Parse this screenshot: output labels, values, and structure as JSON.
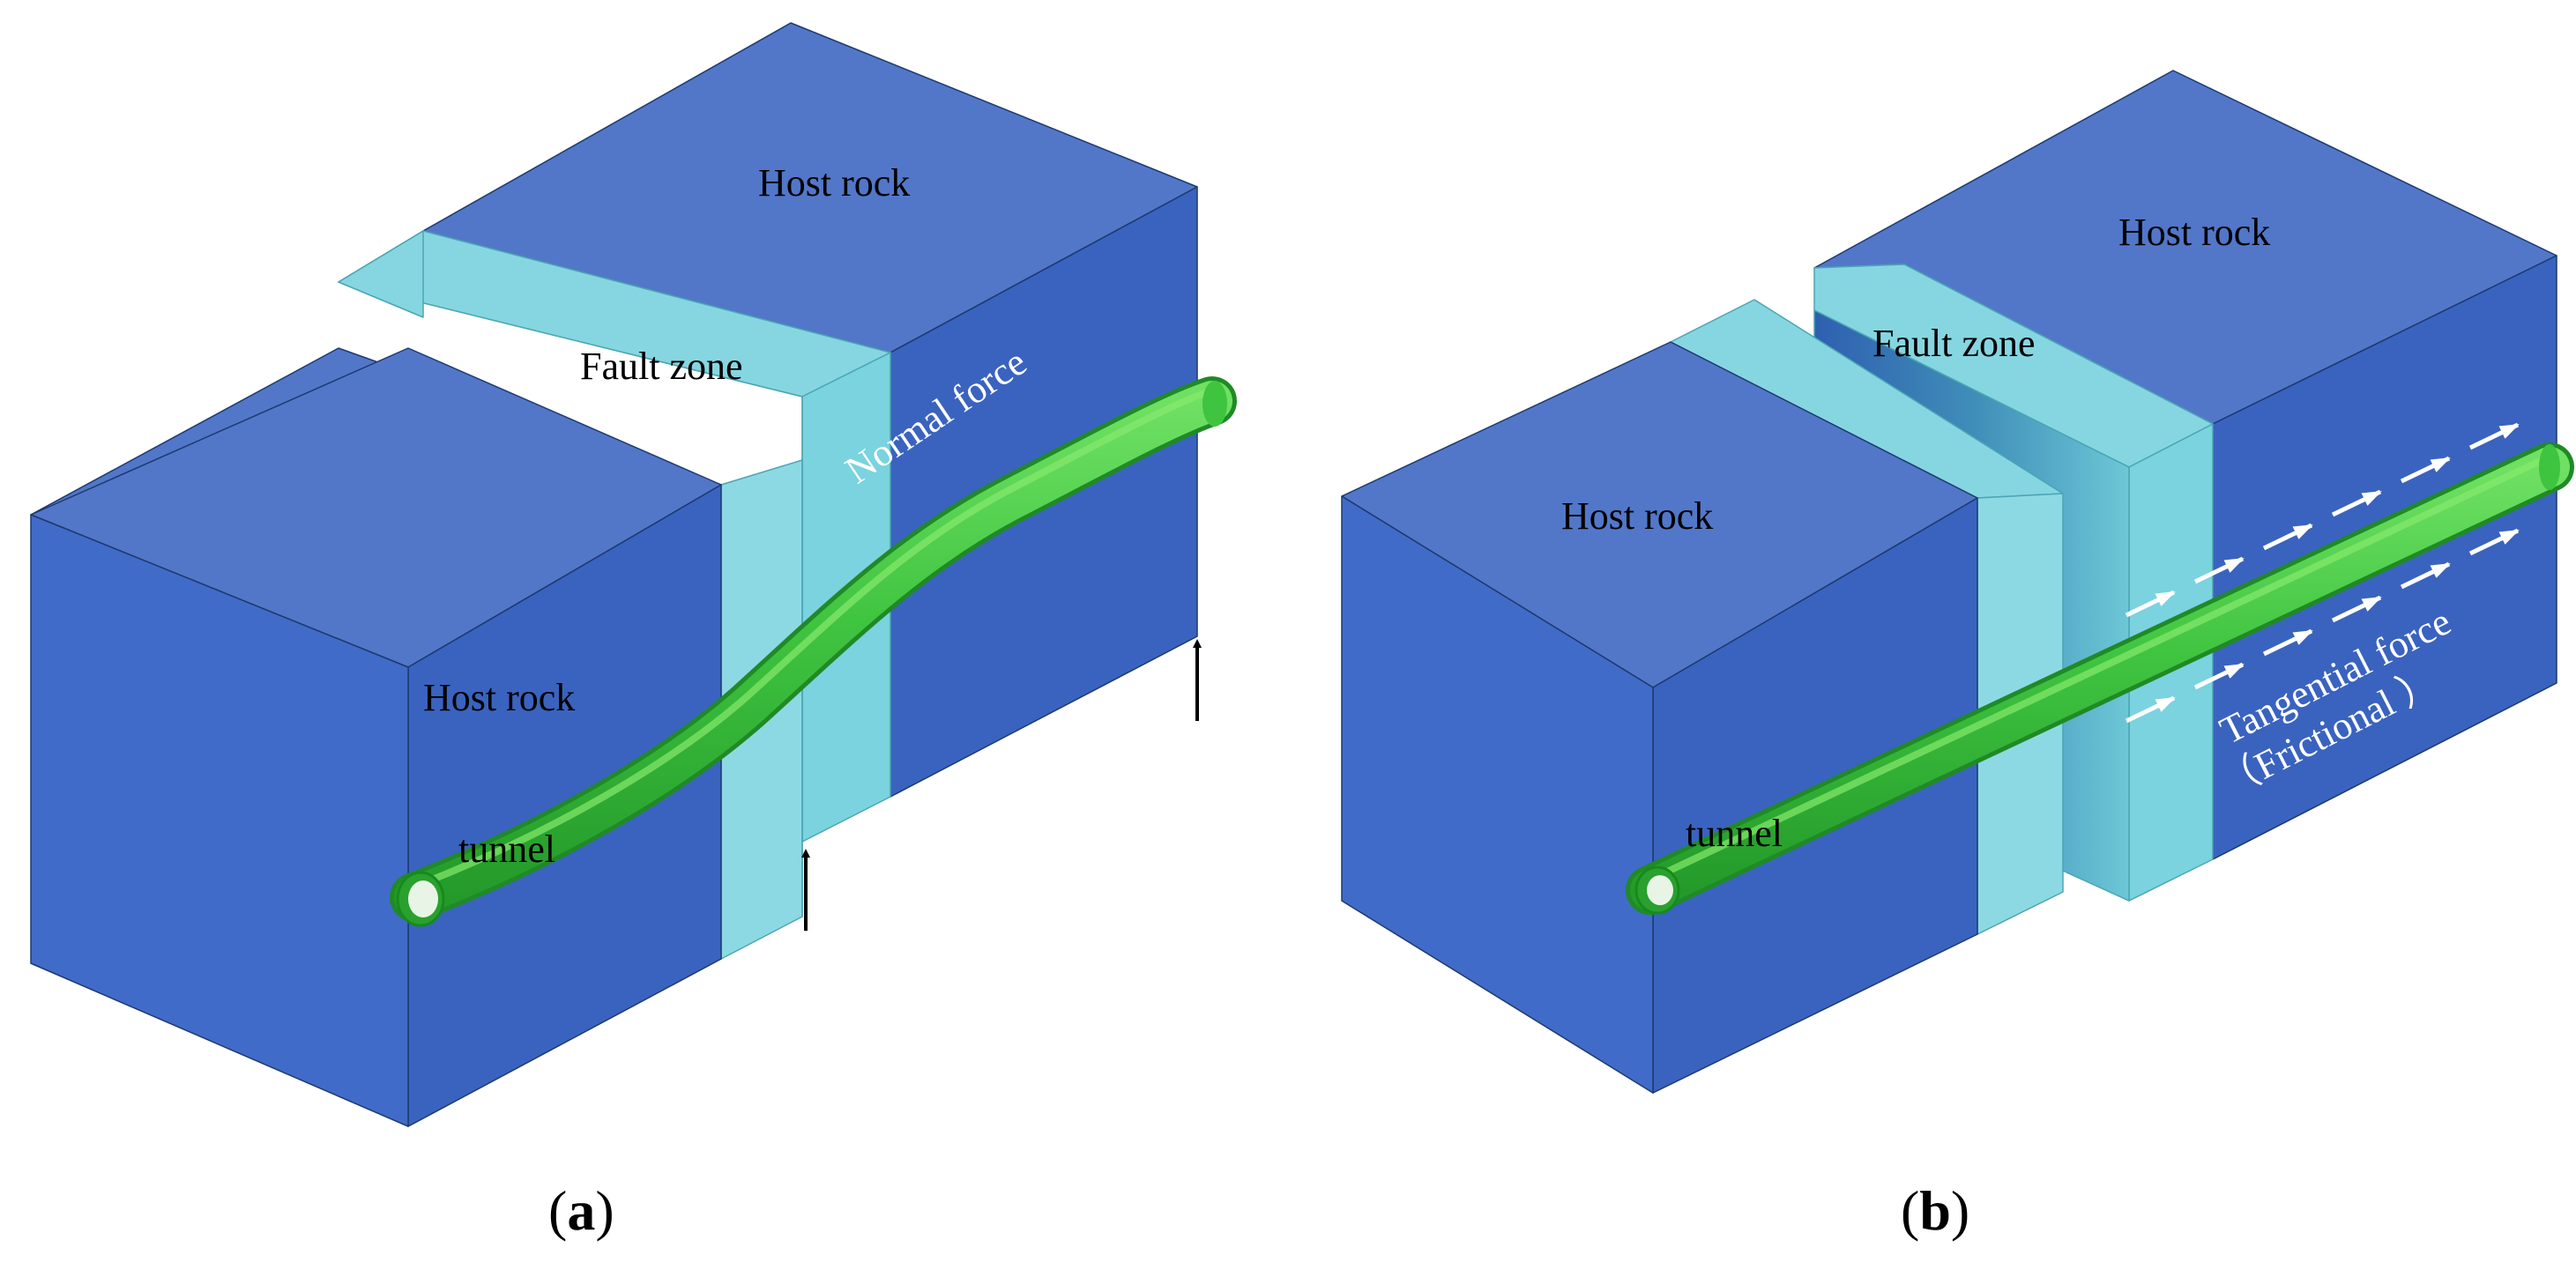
{
  "figure": {
    "panel_a": {
      "panel_label_open": "(",
      "panel_label_letter": "a",
      "panel_label_close": ")",
      "host_rock_top": "Host rock",
      "host_rock_front": "Host rock",
      "fault_zone": "Fault zone",
      "normal_force": "Normal force",
      "tunnel": "tunnel"
    },
    "panel_b": {
      "panel_label_open": "(",
      "panel_label_letter": "b",
      "panel_label_close": ")",
      "host_rock_back": "Host rock",
      "host_rock_front": "Host rock",
      "fault_zone": "Fault zone",
      "tangential_force": "Tangential force",
      "frictional": "（Frictional ）",
      "tunnel": "tunnel"
    }
  },
  "colors": {
    "host_rock_front": "#416bc8",
    "host_rock_side": "#3a63bf",
    "host_rock_top": "#5277c9",
    "fault_zone_front": "#8dd9e3",
    "fault_zone_side": "#7ad3df",
    "fault_zone_top": "#86d6e1",
    "tunnel": "#3fc440",
    "arrow_dark": "#000000",
    "arrow_white": "#ffffff"
  }
}
